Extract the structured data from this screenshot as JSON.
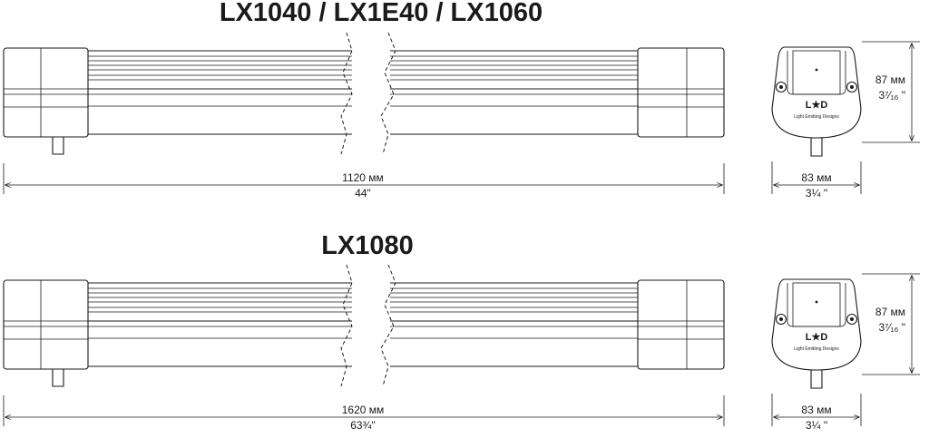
{
  "diagrams": [
    {
      "title": "LX1040 / LX1E40 / LX1060",
      "length_metric": "1120 мм",
      "length_imperial": "44\"",
      "height_metric": "87 мм",
      "height_imperial": "3⁷⁄₁₆ \"",
      "width_metric": "83 мм",
      "width_imperial": "3¼ \"",
      "logo_text": "L★D",
      "logo_subtext": "Light Emitting Designs"
    },
    {
      "title": "LX1080",
      "length_metric": "1620 мм",
      "length_imperial": "63¾\"",
      "height_metric": "87 мм",
      "height_imperial": "3⁷⁄₁₆ \"",
      "width_metric": "83 мм",
      "width_imperial": "3¼ \"",
      "logo_text": "L★D",
      "logo_subtext": "Light Emitting Designs"
    }
  ]
}
